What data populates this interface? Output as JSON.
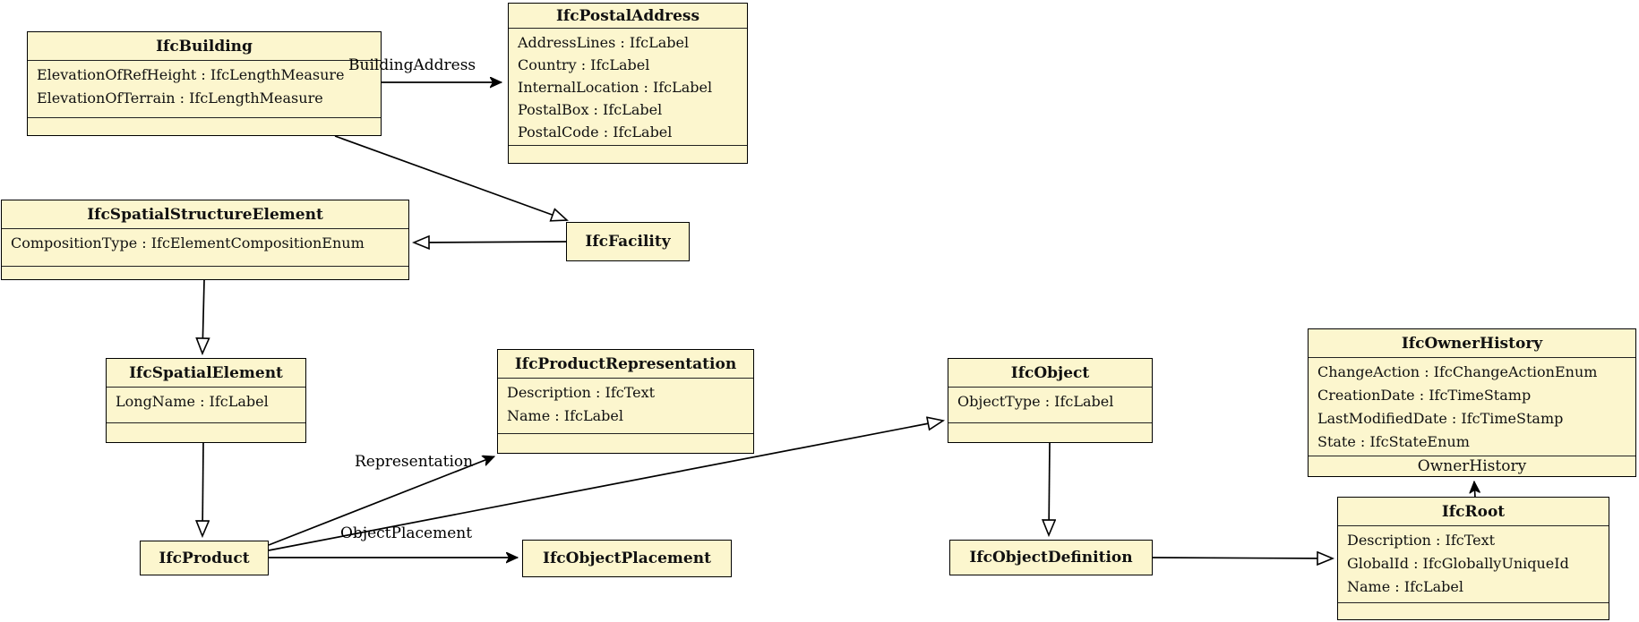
{
  "classes": {
    "ifcBuilding": {
      "name": "IfcBuilding",
      "attributes": [
        "ElevationOfRefHeight : IfcLengthMeasure",
        "ElevationOfTerrain : IfcLengthMeasure"
      ]
    },
    "ifcPostalAddress": {
      "name": "IfcPostalAddress",
      "attributes": [
        "AddressLines : IfcLabel",
        "Country : IfcLabel",
        "InternalLocation : IfcLabel",
        "PostalBox : IfcLabel",
        "PostalCode : IfcLabel"
      ]
    },
    "ifcSpatialStructureElement": {
      "name": "IfcSpatialStructureElement",
      "attributes": [
        "CompositionType : IfcElementCompositionEnum"
      ]
    },
    "ifcFacility": {
      "name": "IfcFacility",
      "attributes": []
    },
    "ifcSpatialElement": {
      "name": "IfcSpatialElement",
      "attributes": [
        "LongName : IfcLabel"
      ]
    },
    "ifcProductRepresentation": {
      "name": "IfcProductRepresentation",
      "attributes": [
        "Description : IfcText",
        "Name : IfcLabel"
      ]
    },
    "ifcObject": {
      "name": "IfcObject",
      "attributes": [
        "ObjectType : IfcLabel"
      ]
    },
    "ifcOwnerHistory": {
      "name": "IfcOwnerHistory",
      "attributes": [
        "ChangeAction : IfcChangeActionEnum",
        "CreationDate : IfcTimeStamp",
        "LastModifiedDate : IfcTimeStamp",
        "State : IfcStateEnum"
      ]
    },
    "ifcProduct": {
      "name": "IfcProduct",
      "attributes": []
    },
    "ifcObjectPlacement": {
      "name": "IfcObjectPlacement",
      "attributes": []
    },
    "ifcObjectDefinition": {
      "name": "IfcObjectDefinition",
      "attributes": []
    },
    "ifcRoot": {
      "name": "IfcRoot",
      "attributes": [
        "Description : IfcText",
        "GlobalId : IfcGloballyUniqueId",
        "Name : IfcLabel"
      ]
    }
  },
  "labels": {
    "buildingAddress": "BuildingAddress",
    "representation": "Representation",
    "objectPlacement": "ObjectPlacement",
    "ownerHistory": "OwnerHistory"
  },
  "colors": {
    "box_fill": "#FCF6CE",
    "box_border": "#000000",
    "edge": "#000000",
    "background": "#FFFFFF"
  }
}
